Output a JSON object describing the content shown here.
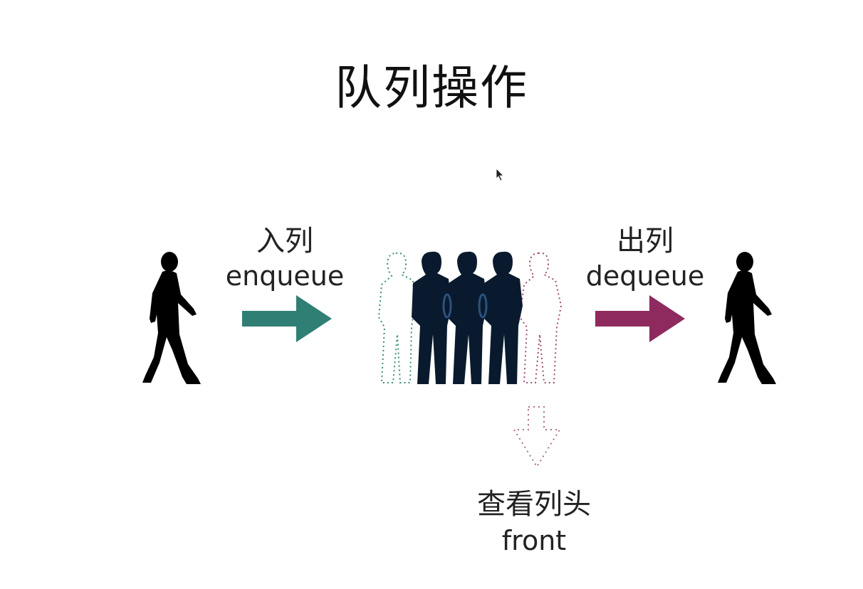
{
  "title": "队列操作",
  "enqueue": {
    "label_cn": "入列",
    "label_en": "enqueue",
    "arrow_color": "#2f7f74",
    "arrow_icon": "right-arrow-icon"
  },
  "dequeue": {
    "label_cn": "出列",
    "label_en": "dequeue",
    "arrow_color": "#8e2a5e",
    "arrow_icon": "right-arrow-icon"
  },
  "front": {
    "label_cn": "查看列头",
    "label_en": "front",
    "arrow_color": "#b06a8a",
    "arrow_icon": "dotted-down-arrow-icon"
  },
  "queue": {
    "members_solid": 3,
    "ghost_left_color": "#3a8a7a",
    "ghost_right_color": "#a04a70",
    "silhouette_color": "#0a1a2e"
  },
  "walkers": {
    "left": "walking-person-icon",
    "right": "walking-person-icon"
  }
}
